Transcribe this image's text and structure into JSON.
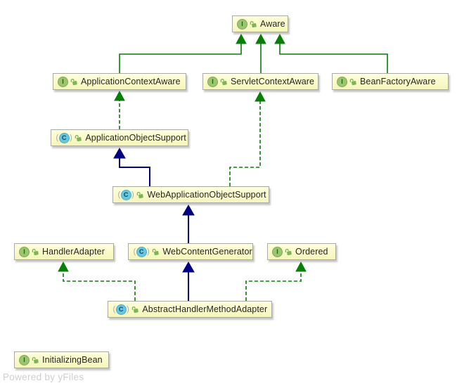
{
  "diagram": {
    "nodes": [
      {
        "id": "aware",
        "label": "Aware",
        "kind": "interface"
      },
      {
        "id": "application-context-aware",
        "label": "ApplicationContextAware",
        "kind": "interface"
      },
      {
        "id": "servlet-context-aware",
        "label": "ServletContextAware",
        "kind": "interface"
      },
      {
        "id": "bean-factory-aware",
        "label": "BeanFactoryAware",
        "kind": "interface"
      },
      {
        "id": "application-object-support",
        "label": "ApplicationObjectSupport",
        "kind": "class"
      },
      {
        "id": "web-application-object-support",
        "label": "WebApplicationObjectSupport",
        "kind": "class"
      },
      {
        "id": "handler-adapter",
        "label": "HandlerAdapter",
        "kind": "interface"
      },
      {
        "id": "web-content-generator",
        "label": "WebContentGenerator",
        "kind": "class"
      },
      {
        "id": "ordered",
        "label": "Ordered",
        "kind": "interface"
      },
      {
        "id": "abstract-handler-method-adapter",
        "label": "AbstractHandlerMethodAdapter",
        "kind": "class"
      },
      {
        "id": "initializing-bean",
        "label": "InitializingBean",
        "kind": "interface"
      }
    ],
    "edges": [
      {
        "from": "ApplicationContextAware",
        "to": "Aware",
        "relation": "extends",
        "style": "solid-green"
      },
      {
        "from": "ServletContextAware",
        "to": "Aware",
        "relation": "extends",
        "style": "solid-green"
      },
      {
        "from": "BeanFactoryAware",
        "to": "Aware",
        "relation": "extends",
        "style": "solid-green"
      },
      {
        "from": "ApplicationObjectSupport",
        "to": "ApplicationContextAware",
        "relation": "implements",
        "style": "dashed-green"
      },
      {
        "from": "WebApplicationObjectSupport",
        "to": "ApplicationObjectSupport",
        "relation": "extends",
        "style": "solid-navy"
      },
      {
        "from": "WebApplicationObjectSupport",
        "to": "ServletContextAware",
        "relation": "implements",
        "style": "dashed-green"
      },
      {
        "from": "WebContentGenerator",
        "to": "WebApplicationObjectSupport",
        "relation": "extends",
        "style": "solid-navy"
      },
      {
        "from": "AbstractHandlerMethodAdapter",
        "to": "WebContentGenerator",
        "relation": "extends",
        "style": "solid-navy"
      },
      {
        "from": "AbstractHandlerMethodAdapter",
        "to": "HandlerAdapter",
        "relation": "implements",
        "style": "dashed-green"
      },
      {
        "from": "AbstractHandlerMethodAdapter",
        "to": "Ordered",
        "relation": "implements",
        "style": "dashed-green"
      }
    ],
    "icons": {
      "interface_letter": "I",
      "class_letter": "C",
      "visibility": "unlocked-padlock"
    },
    "colors": {
      "node_fill": "#FBFBCA",
      "node_border": "#A9A9A9",
      "interface_icon": "#9CC56E",
      "class_icon": "#66C7DE",
      "lock_icon": "#7FB456",
      "edge_interface": "#067F06",
      "edge_class": "#000080",
      "watermark": "#CFCFCF"
    }
  },
  "footer": {
    "watermark": "Powered by yFiles"
  }
}
